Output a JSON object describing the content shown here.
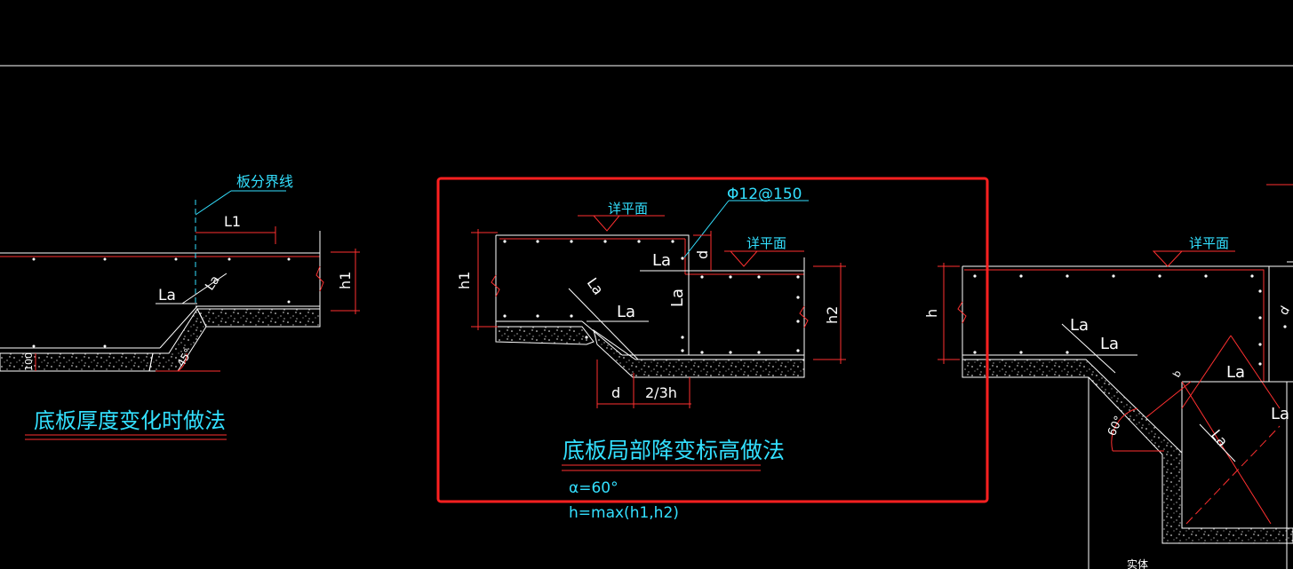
{
  "colors": {
    "background": "#000000",
    "outline": "#ffffff",
    "dimension": "#ff2a2a",
    "annotation": "#33e0ff",
    "highlight_box": "#ff2020",
    "rebar_dot": "#ffffff"
  },
  "drawing": {
    "left_detail": {
      "boundary_label": "板分界线",
      "dim_l1": "L1",
      "dim_h1": "h1",
      "dim_100": "100",
      "anchor_la_1": "La",
      "anchor_la_2": "La",
      "angle_45": "45°",
      "title": "底板厚度变化时做法"
    },
    "center_detail": {
      "rebar_label": "Φ12@150",
      "see_plan_1": "详平面",
      "see_plan_2": "详平面",
      "dim_h1": "h1",
      "dim_h2": "h2",
      "dim_d_top": "d",
      "dim_d_bottom": "d",
      "dim_two_thirds_h": "2/3h",
      "la_top": "La",
      "la_vertical": "La",
      "la_diag": "La",
      "la_mid": "La",
      "title": "底板局部降变标高做法",
      "note_alpha": "α=60°",
      "note_h": "h=max(h1,h2)"
    },
    "right_detail": {
      "see_plan": "详平面",
      "dim_h": "h",
      "la_1": "La",
      "la_2": "La",
      "la_3": "La",
      "la_4": "La",
      "la_5": "La",
      "angle_60": "60°",
      "edge_label_1": "d",
      "edge_label_2": "b",
      "bottom_label": "实体"
    }
  }
}
